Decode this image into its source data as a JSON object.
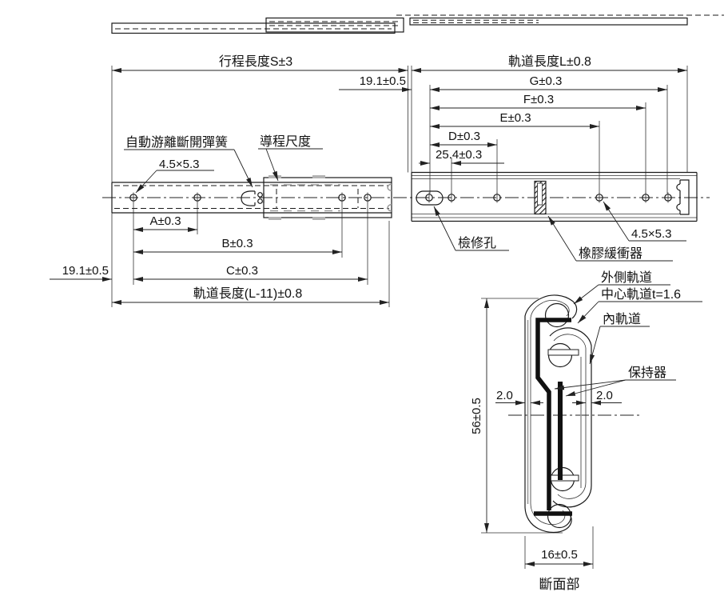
{
  "dims": {
    "stroke_length": "行程長度S±3",
    "rail_length": "軌道長度L±0.8",
    "offset_top": "19.1±0.5",
    "g": "G±0.3",
    "f": "F±0.3",
    "e": "E±0.3",
    "d": "D±0.3",
    "d254": "25.4±0.3",
    "a": "A±0.3",
    "b": "B±0.3",
    "c": "C±0.3",
    "offset_bottom": "19.1±0.5",
    "rail_length_l11": "軌道長度(L-11)±0.8",
    "hole_slot_left": "4.5×5.3",
    "hole_slot_right": "4.5×5.3"
  },
  "labels": {
    "release_spring": "自動游離斷開彈簧",
    "lead_scale": "導程尺度",
    "inspection_hole": "檢修孔",
    "rubber_bumper": "橡膠緩衝器"
  },
  "section": {
    "outer_rail": "外側軌道",
    "center_rail": "中心軌道t=1.6",
    "inner_rail": "內軌道",
    "retainer": "保持器",
    "wall_left": "2.0",
    "wall_right": "2.0",
    "height": "56±0.5",
    "width": "16±0.5",
    "caption": "斷面部"
  }
}
